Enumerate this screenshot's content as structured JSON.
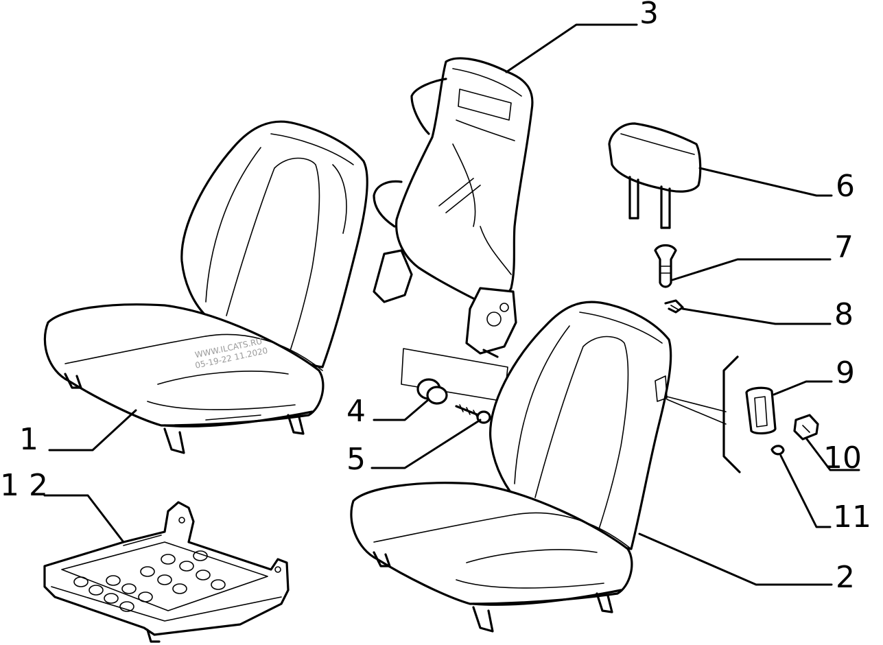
{
  "callouts": {
    "c1": "1",
    "c2": "2",
    "c3": "3",
    "c4": "4",
    "c5": "5",
    "c6": "6",
    "c7": "7",
    "c8": "8",
    "c9": "9",
    "c10": "10",
    "c11": "11",
    "c12": "1 2"
  },
  "watermark": {
    "line1": "WWW.ILCATS.RU",
    "line2": "05-19-22 11.2020"
  },
  "colors": {
    "ink": "#000000",
    "paper": "#ffffff",
    "watermark": "#9a9a9a"
  }
}
